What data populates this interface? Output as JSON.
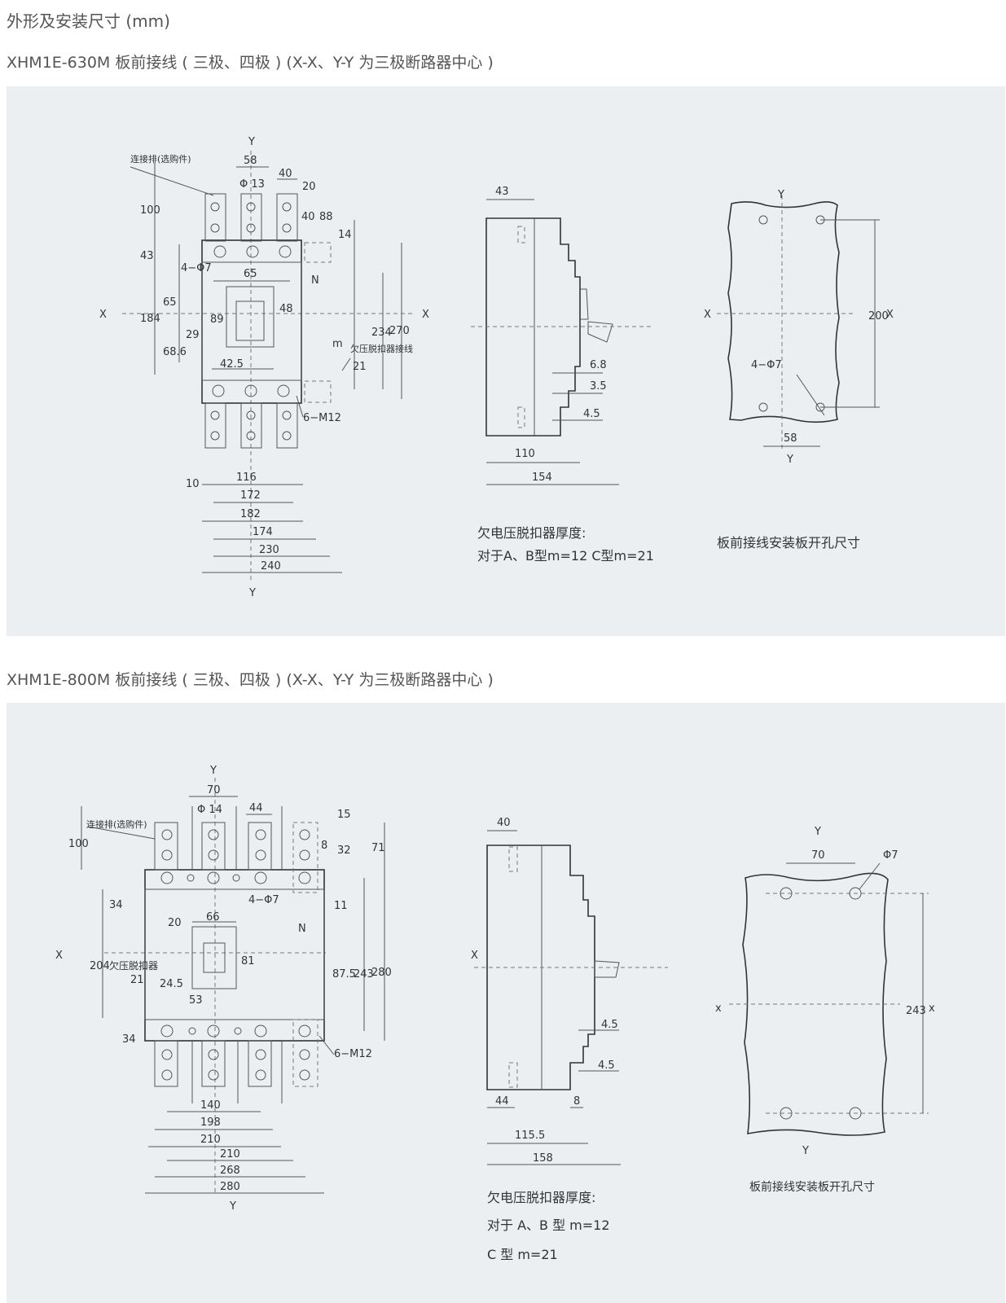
{
  "page": {
    "heading": "外形及安装尺寸 (mm)",
    "section1_title": "XHM1E-630M 板前接线 ( 三极、四极 )   (X-X、Y-Y 为三极断路器中心 )",
    "section2_title": "XHM1E-800M 板前接线 ( 三极、四极 )  (X-X、Y-Y 为三极断路器中心 )"
  },
  "d1": {
    "axis": {
      "y_top": "Y",
      "y_bottom": "Y",
      "x_left": "X",
      "x_right": "X"
    },
    "callout_bar": "连接排(选购件)",
    "dims": {
      "d58": "58",
      "d40": "40",
      "d20": "20",
      "phi13": "Φ 13",
      "d100": "100",
      "d40b": "40",
      "d88": "88",
      "d14": "14",
      "d43": "43",
      "hole4": "4−Φ7",
      "d65h": "65",
      "n": "N",
      "d184": "184",
      "d65v": "65",
      "d89": "89",
      "d48": "48",
      "d29": "29",
      "d68": "68.6",
      "d234": "234",
      "d270": "270",
      "uv": "欠压脱扣器接线",
      "m": "m",
      "d42": "42.5",
      "d21": "21",
      "m12": "6−M12",
      "d10": "10",
      "d116": "116",
      "d172": "172",
      "d182": "182",
      "d174": "174",
      "d230": "230",
      "d240": "240"
    },
    "side": {
      "d43": "43",
      "d6_8": "6.8",
      "d3_5": "3.5",
      "d4_5": "4.5",
      "d110": "110",
      "d154": "154"
    },
    "plate": {
      "y_top": "Y",
      "y_bottom": "Y",
      "x_left": "X",
      "x_right": "X",
      "d200": "200",
      "hole": "4−Φ7",
      "d58": "58"
    },
    "notes": {
      "thick_title": "欠电压脱扣器厚度:",
      "thick_body": "对于A、B型m=12 C型m=21",
      "plate_caption": "板前接线安装板开孔尺寸"
    }
  },
  "d2": {
    "axis": {
      "y_top": "Y",
      "y_bottom": "Y",
      "x_left": "X"
    },
    "callout_bar": "连接排(选购件)",
    "dims": {
      "d70": "70",
      "phi14": "Φ 14",
      "d44": "44",
      "d15": "15",
      "d100": "100",
      "d8": "8",
      "d32": "32",
      "d71": "71",
      "hole4": "4−Φ7",
      "d34": "34",
      "d11": "11",
      "d20": "20",
      "d66": "66",
      "n": "N",
      "d204": "204",
      "uv": "欠压脱扣器",
      "d81": "81",
      "d87": "87.5",
      "d243": "243",
      "d280": "280",
      "d24": "24.5",
      "d21": "21",
      "d53": "53",
      "d34b": "34",
      "m12": "6−M12",
      "d140": "140",
      "d198": "198",
      "d210": "210",
      "d210b": "210",
      "d268": "268",
      "d280b": "280"
    },
    "side": {
      "x": "X",
      "d40": "40",
      "d4_5": "4.5",
      "d4_5b": "4.5",
      "d44": "44",
      "d8": "8",
      "d115": "115.5",
      "d158": "158"
    },
    "plate": {
      "y_top": "Y",
      "y_bottom": "Y",
      "x_left": "x",
      "x_right": "x",
      "d70": "70",
      "phi7": "Φ7",
      "d243": "243"
    },
    "notes": {
      "thick_title": "欠电压脱扣器厚度:",
      "thick_l1": "对于 A、B 型 m=12",
      "thick_l2": "C 型 m=21",
      "plate_caption": "板前接线安装板开孔尺寸"
    }
  }
}
